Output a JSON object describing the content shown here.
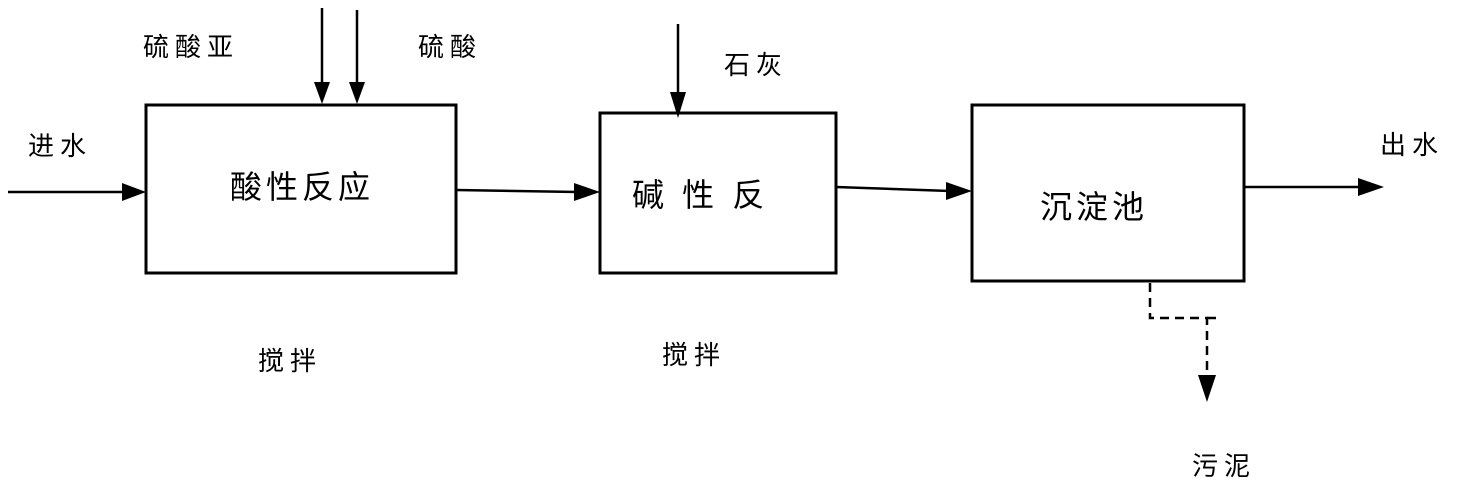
{
  "diagram": {
    "inputs": {
      "sulfurous_acid": "硫酸亚",
      "sulfuric_acid": "硫酸",
      "lime": "石灰",
      "inlet_water": "进水",
      "outlet_water": "出水",
      "sludge": "污泥"
    },
    "boxes": {
      "acid_reaction": "酸性反应",
      "alkaline_reaction": "碱 性 反",
      "sedimentation_tank": "沉淀池"
    },
    "notes": {
      "stirring_1": "搅拌",
      "stirring_2": "搅拌"
    }
  }
}
